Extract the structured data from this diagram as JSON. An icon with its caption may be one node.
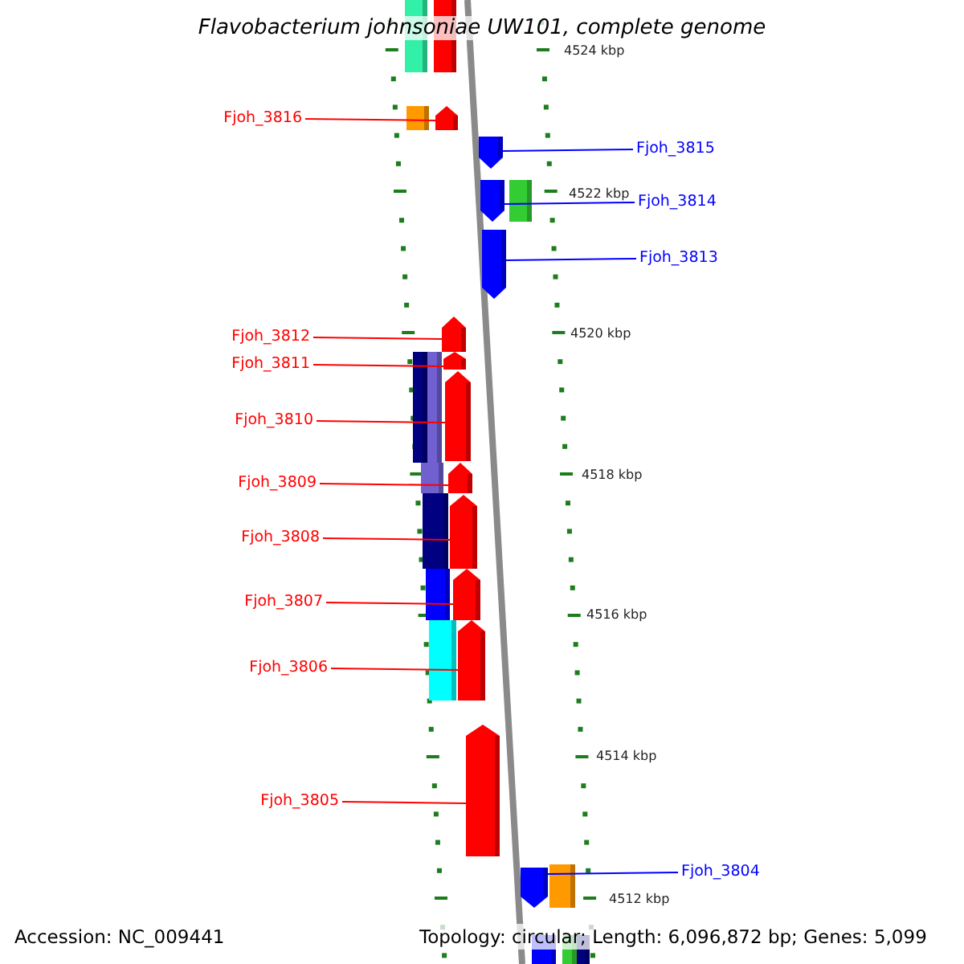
{
  "diagram": {
    "title": "Flavobacterium johnsoniae UW101, complete genome",
    "nodes": [
      {
        "text": [
          "Fjoh_3816"
        ]
      },
      {
        "text": [
          "Fjoh_3815"
        ]
      },
      {
        "text": [
          "Fjoh_3814"
        ]
      },
      {
        "text": [
          "Fjoh_3813"
        ]
      },
      {
        "text": [
          "Fjoh_3812"
        ]
      },
      {
        "text": [
          "Fjoh_3811"
        ]
      },
      {
        "text": [
          "Fjoh_3810"
        ]
      },
      {
        "text": [
          "Fjoh_3809"
        ]
      },
      {
        "text": [
          "Fjoh_3808"
        ]
      },
      {
        "text": [
          "Fjoh_3807"
        ]
      },
      {
        "text": [
          "Fjoh_3806"
        ]
      },
      {
        "text": [
          "Fjoh_3805"
        ]
      },
      {
        "text": [
          "Fjoh_3804"
        ]
      },
      {
        "text": [],
        "shape": "pentagon"
      },
      {
        "text": [],
        "shape": "pentagon"
      },
      {
        "text": [],
        "shape": "pentagon"
      },
      {
        "text": [],
        "shape": "pentagon"
      },
      {
        "text": [],
        "shape": "pentagon"
      },
      {
        "text": [],
        "shape": "pentagon"
      },
      {
        "text": [],
        "shape": "pentagon"
      },
      {
        "text": [],
        "shape": "pentagon"
      },
      {
        "text": [],
        "shape": "pentagon"
      },
      {
        "text": [],
        "shape": "pentagon"
      },
      {
        "text": [],
        "shape": "pentagon"
      },
      {
        "text": [],
        "shape": "pentagon"
      },
      {
        "text": [],
        "shape": "pentagon"
      }
    ],
    "edges": [
      {
        "from": 0,
        "to": 13,
        "arrow": "none"
      },
      {
        "from": 1,
        "to": 14,
        "arrow": "none",
        "color": "#0000ff"
      },
      {
        "from": 2,
        "to": 15,
        "arrow": "none",
        "color": "#0000ff"
      },
      {
        "from": 3,
        "to": 16,
        "arrow": "none",
        "color": "#0000ff"
      },
      {
        "from": 4,
        "to": 17,
        "arrow": "none"
      },
      {
        "from": 5,
        "to": 18,
        "arrow": "none"
      },
      {
        "from": 6,
        "to": 19,
        "arrow": "none"
      },
      {
        "from": 7,
        "to": 20,
        "arrow": "none"
      },
      {
        "from": 8,
        "to": 21,
        "arrow": "none"
      },
      {
        "from": 9,
        "to": 22,
        "arrow": "none"
      },
      {
        "from": 10,
        "to": 23,
        "arrow": "none"
      },
      {
        "from": 11,
        "to": 24,
        "arrow": "none"
      },
      {
        "from": 12,
        "to": 25,
        "arrow": "none",
        "color": "#0000ff"
      }
    ],
    "labels": [
      "4524 kbp",
      "4522 kbp",
      "4520 kbp",
      "4518 kbp",
      "4516 kbp",
      "4514 kbp",
      "4512 kbp",
      "Accession: NC_009441",
      "Topology: circular; Length: 6,096,872 bp; Genes: 5,099"
    ]
  }
}
